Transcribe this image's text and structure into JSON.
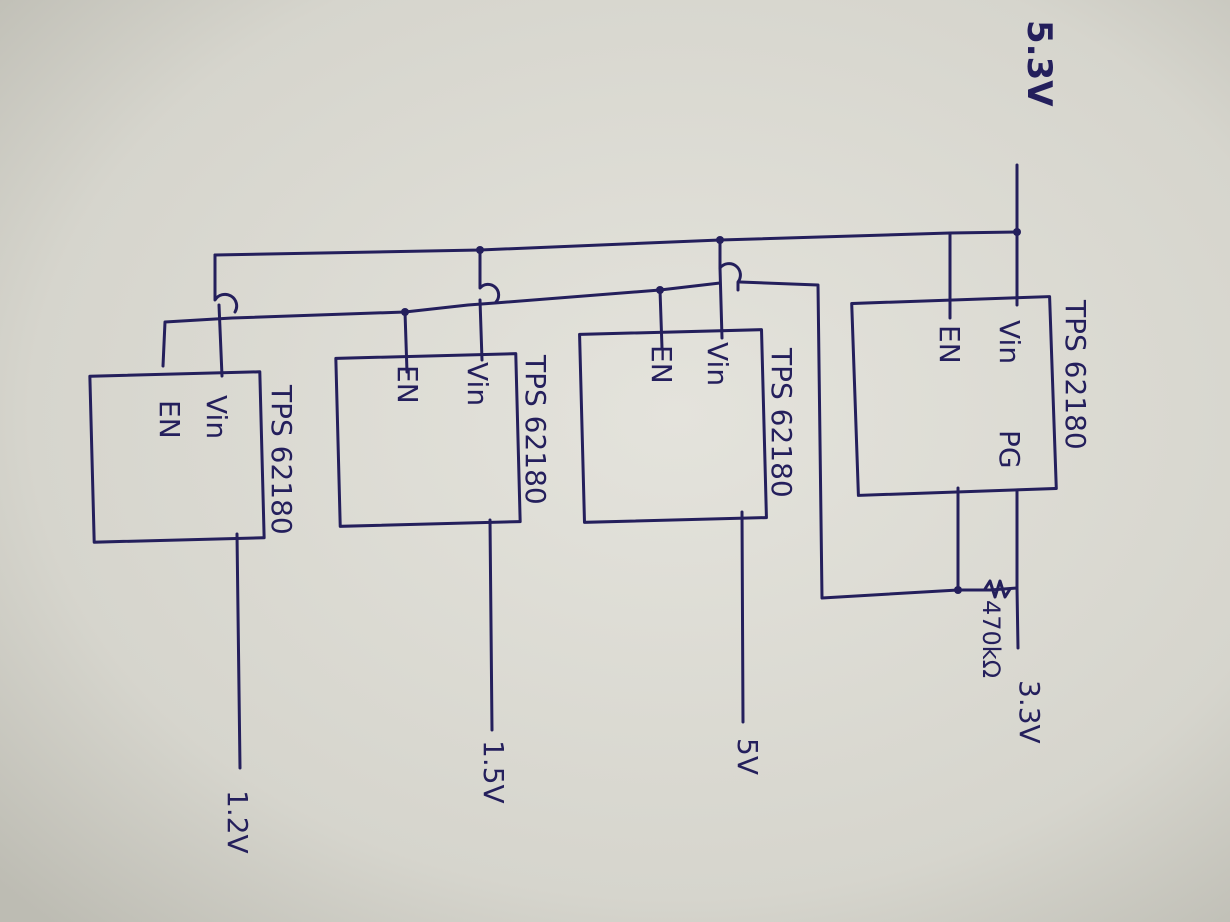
{
  "diagram": {
    "input_label": "5.3V",
    "resistor_label": "470kΩ",
    "regulators": [
      {
        "part": "TPS 62180",
        "vin": "Vin",
        "en": "EN",
        "pg": "PG",
        "output": "3.3V"
      },
      {
        "part": "TPS 62180",
        "vin": "Vin",
        "en": "EN",
        "output": "5V"
      },
      {
        "part": "TPS 62180",
        "vin": "Vin",
        "en": "EN",
        "output": "1.5V"
      },
      {
        "part": "TPS 62180",
        "vin": "Vin",
        "en": "EN",
        "output": "1.2V"
      }
    ]
  },
  "colors": {
    "paper": "#d8d7cf",
    "ink": "#241f5c"
  }
}
